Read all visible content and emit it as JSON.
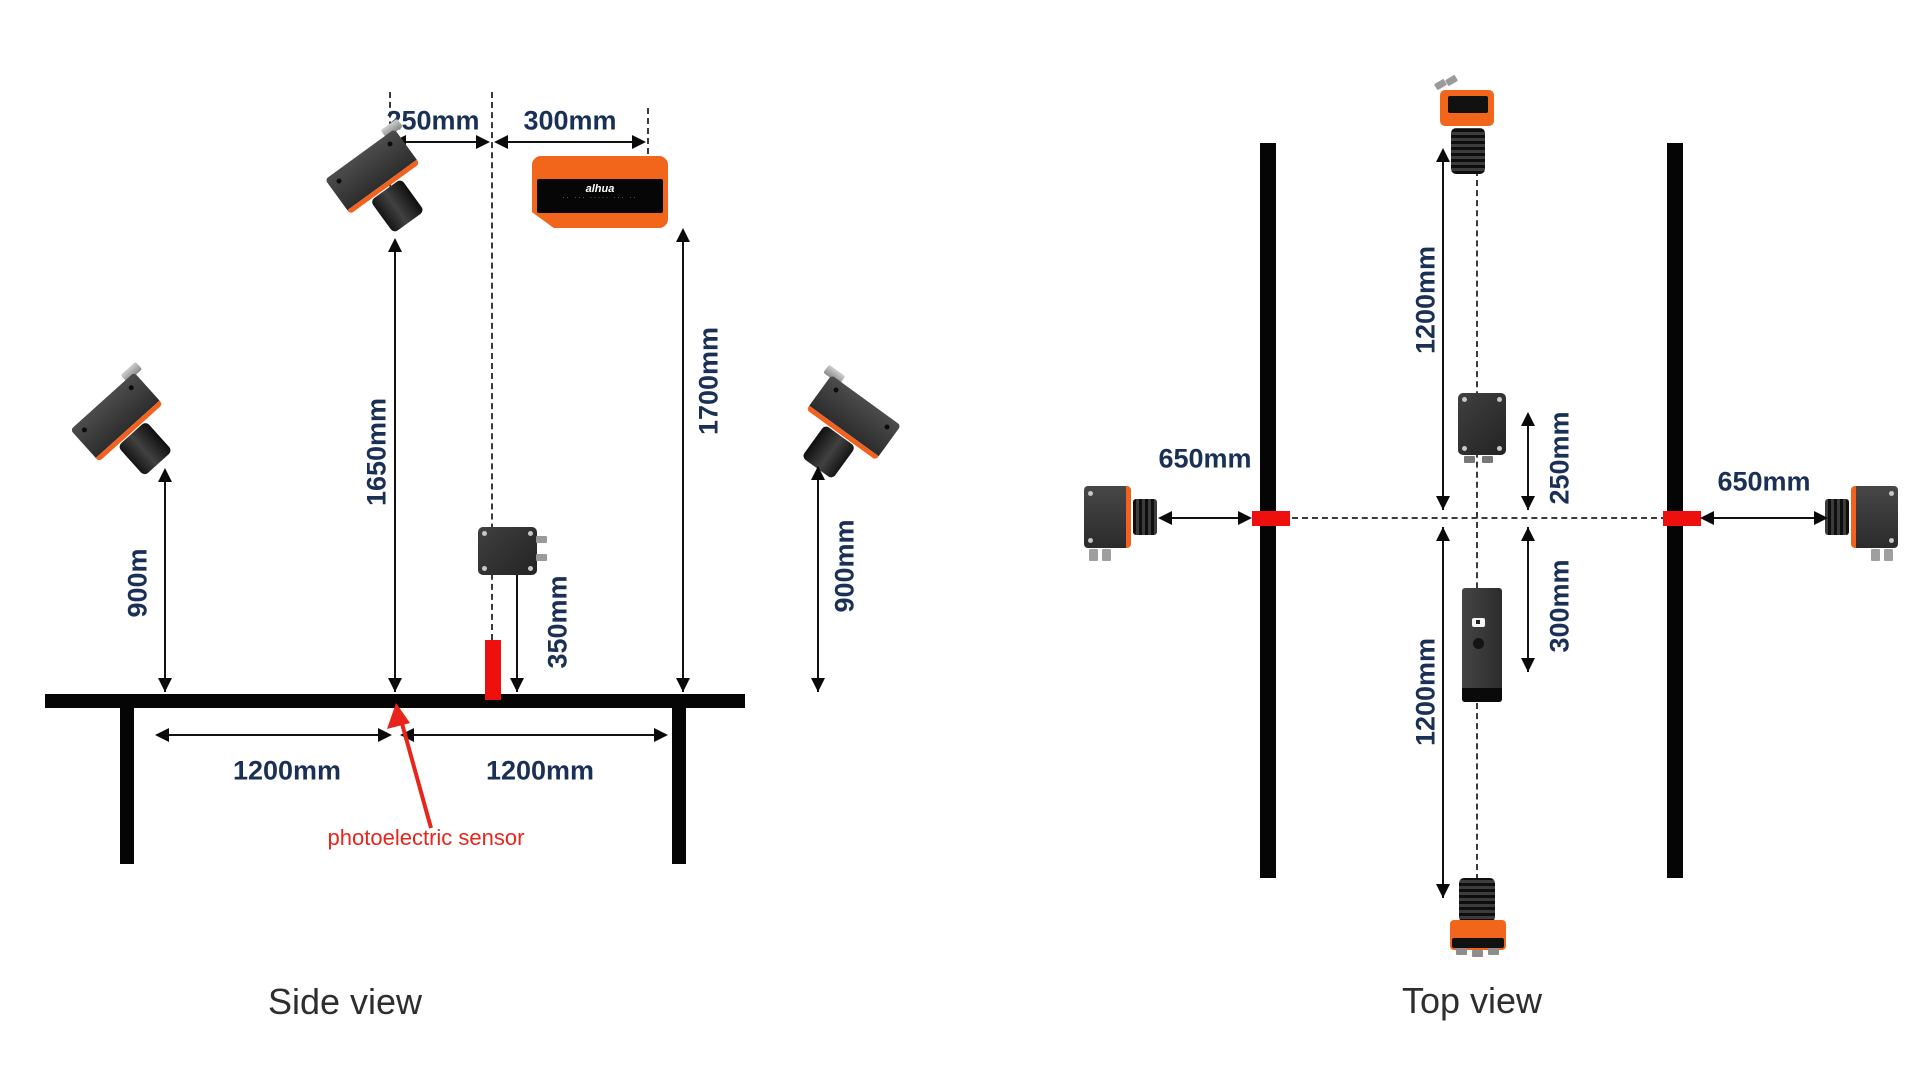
{
  "side_view": {
    "title": "Side view",
    "labels": {
      "cam_offset": "250mm",
      "illum_offset": "300mm",
      "cam_height": "1650mm",
      "illum_height": "1700mm",
      "left_cam_height": "900m",
      "right_cam_height": "900mm",
      "radar_height": "350mm",
      "left_span": "1200mm",
      "right_span": "1200mm",
      "sensor": "photoelectric sensor"
    }
  },
  "top_view": {
    "title": "Top view",
    "labels": {
      "top_span": "1200mm",
      "bottom_span": "1200mm",
      "left_offset": "650mm",
      "right_offset": "650mm",
      "radar_offset": "250mm",
      "illum_offset": "300mm"
    }
  },
  "devices": {
    "illuminator_logo": "alhua",
    "illuminator_subtext": "·· ··· ····· ··· ··"
  },
  "colors": {
    "dimension_text": "#1b3055",
    "sensor_red": "#ee0f0f",
    "label_red": "#e8251b",
    "device_orange": "#f2661c",
    "line_black": "#111111"
  }
}
